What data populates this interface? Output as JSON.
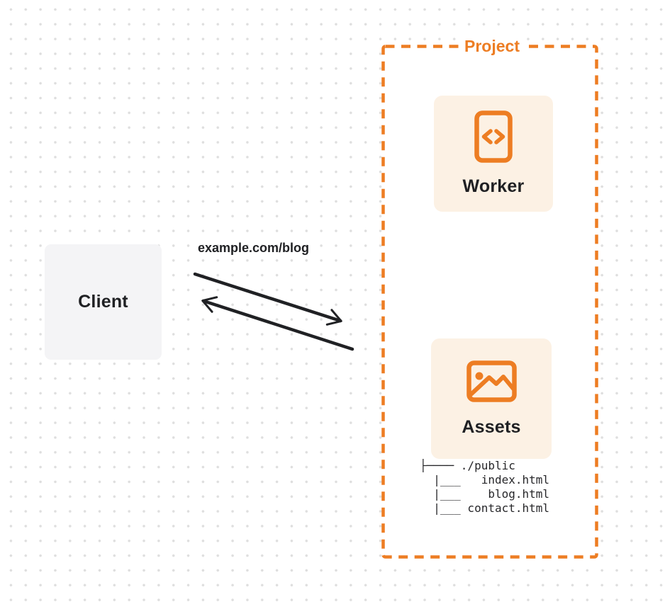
{
  "client": {
    "label": "Client"
  },
  "request": {
    "url": "example.com/blog"
  },
  "project": {
    "label": "Project",
    "worker": {
      "label": "Worker",
      "icon": "code-file-icon"
    },
    "assets": {
      "label": "Assets",
      "icon": "image-icon",
      "file_tree": [
        "├──── ./public",
        "  |___   index.html",
        "  |___    blog.html",
        "  |___ contact.html"
      ]
    }
  },
  "colors": {
    "accent_orange": "#ED7D23",
    "card_background": "#FCF1E4",
    "client_background": "#F4F4F6",
    "arrow_black": "#202124",
    "dot_gray": "#DEDEDE"
  }
}
